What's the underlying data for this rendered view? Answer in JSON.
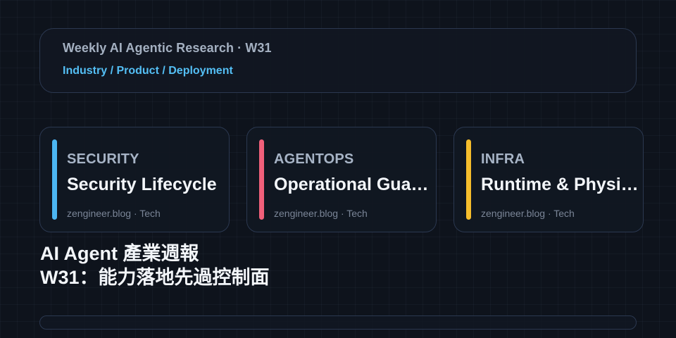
{
  "header": {
    "title": "Weekly AI Agentic Research · W31",
    "subtitle": "Industry / Product / Deployment"
  },
  "cards": [
    {
      "tag": "SECURITY",
      "title": "Security Lifecycle",
      "source": "zengineer.blog · Tech",
      "accent": "#4cb6f2"
    },
    {
      "tag": "AGENTOPS",
      "title": "Operational Guardrails",
      "source": "zengineer.blog · Tech",
      "accent": "#f0607a"
    },
    {
      "tag": "INFRA",
      "title": "Runtime & Physical",
      "source": "zengineer.blog · Tech",
      "accent": "#f5bd2c"
    }
  ],
  "headline": {
    "line1": "AI Agent 產業週報",
    "line2": "W31：能力落地先過控制面"
  },
  "colors": {
    "background": "#0e131c",
    "panel_border": "#2b3850",
    "subtitle": "#54bff5"
  }
}
